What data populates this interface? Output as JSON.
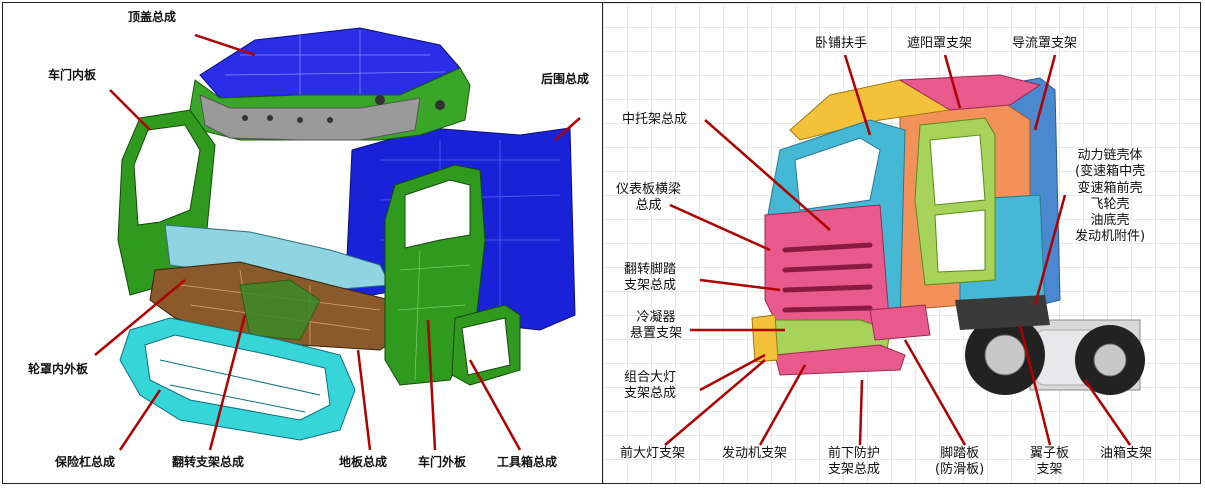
{
  "left_panel": {
    "labels": {
      "roof": "顶盖总成",
      "door_inner": "车门内板",
      "rear_wall": "后围总成",
      "wheel_house": "轮罩内外板",
      "bumper": "保险杠总成",
      "tilt_frame": "翻转支架总成",
      "floor": "地板总成",
      "door_outer": "车门外板",
      "toolbox": "工具箱总成"
    }
  },
  "right_panel": {
    "labels": {
      "sleeper_handle": "卧铺扶手",
      "sunvisor_bracket": "遮阳罩支架",
      "deflector_bracket": "导流罩支架",
      "mid_bracket": "中托架总成",
      "powertrain": "动力链壳体\n(变速箱中壳\n变速箱前壳\n飞轮壳\n油底壳\n发动机附件)",
      "dash_beam": "仪表板横梁\n总成",
      "tilt_step": "翻转脚踏\n支架总成",
      "condenser": "冷凝器\n悬置支架",
      "lamp_bracket": "组合大灯\n支架总成",
      "headlamp": "前大灯支架",
      "engine_bracket": "发动机支架",
      "front_lower": "前下防护\n支架总成",
      "step_plate": "脚踏板\n(防滑板)",
      "fender_bracket": "翼子板\n支架",
      "tank_bracket": "油箱支架"
    }
  },
  "colors": {
    "roof_blue": "#2a2ee6",
    "body_green": "#2f9a1e",
    "rear_blue": "#1a22d8",
    "bumper_cyan": "#36d6d8",
    "frame_bronze": "#8a5a2a",
    "leader_red": "#b00000",
    "cab_yellow": "#f3c23a",
    "cab_pink": "#e85a8c",
    "cab_cyan": "#45b8d6",
    "cab_green": "#a8d35a",
    "cab_orange": "#f2925a",
    "cab_blue": "#4a88d0"
  }
}
